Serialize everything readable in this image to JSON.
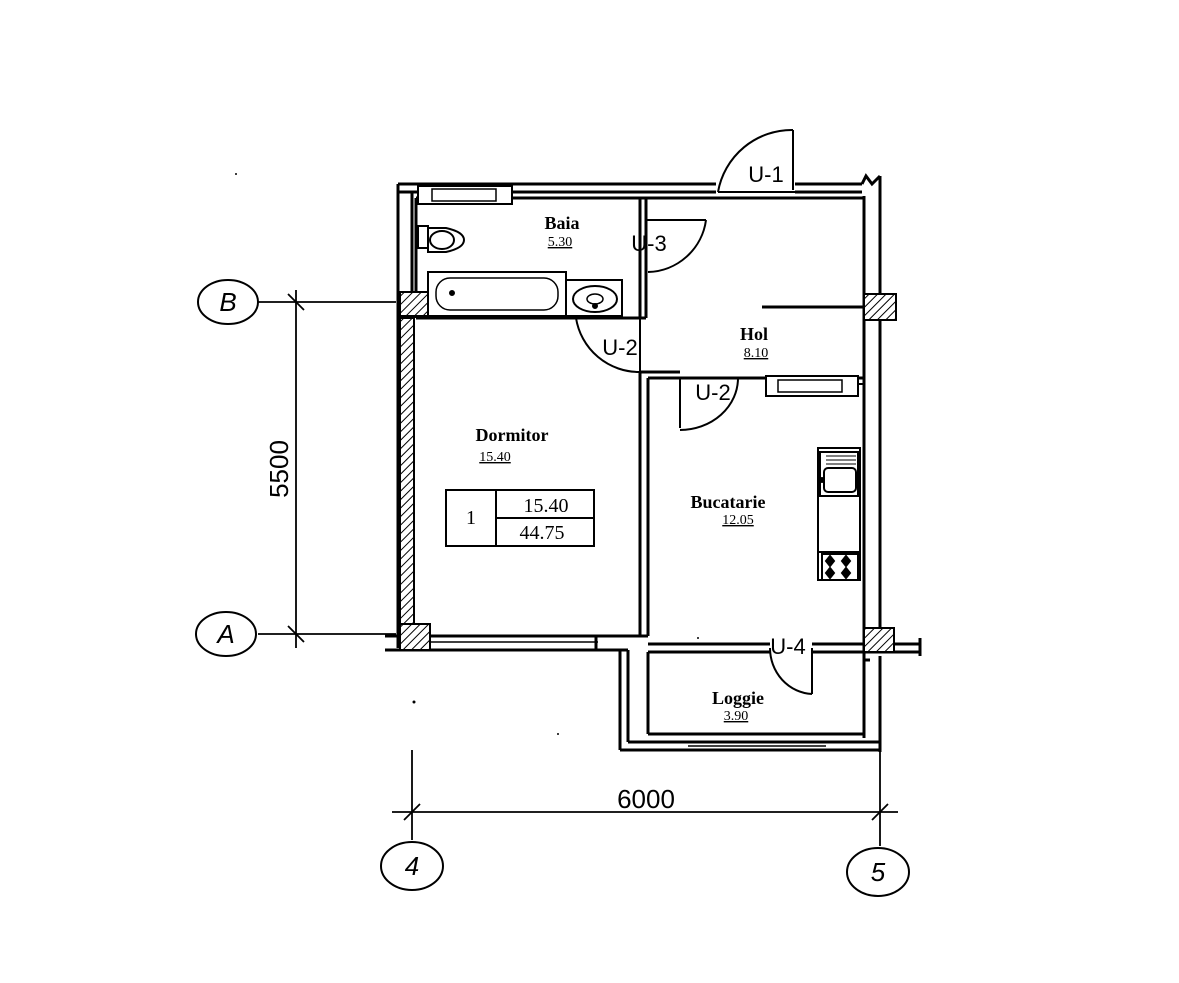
{
  "rooms": {
    "baia": {
      "name": "Baia",
      "area": "5.30"
    },
    "hol": {
      "name": "Hol",
      "area": "8.10"
    },
    "dormitor": {
      "name": "Dormitor",
      "area": "15.40"
    },
    "bucatarie": {
      "name": "Bucatarie",
      "area": "12.05"
    },
    "loggie": {
      "name": "Loggie",
      "area": "3.90"
    }
  },
  "doors": {
    "u1": "U-1",
    "u2_bath": "U-2",
    "u2_kitchen": "U-2",
    "u3": "U-3",
    "u4": "U-4"
  },
  "dimensions": {
    "vertical": "5500",
    "horizontal": "6000"
  },
  "axes": {
    "a": "A",
    "b": "B",
    "four": "4",
    "five": "5"
  },
  "summary_table": {
    "index": "1",
    "living_area": "15.40",
    "total_area": "44.75"
  }
}
